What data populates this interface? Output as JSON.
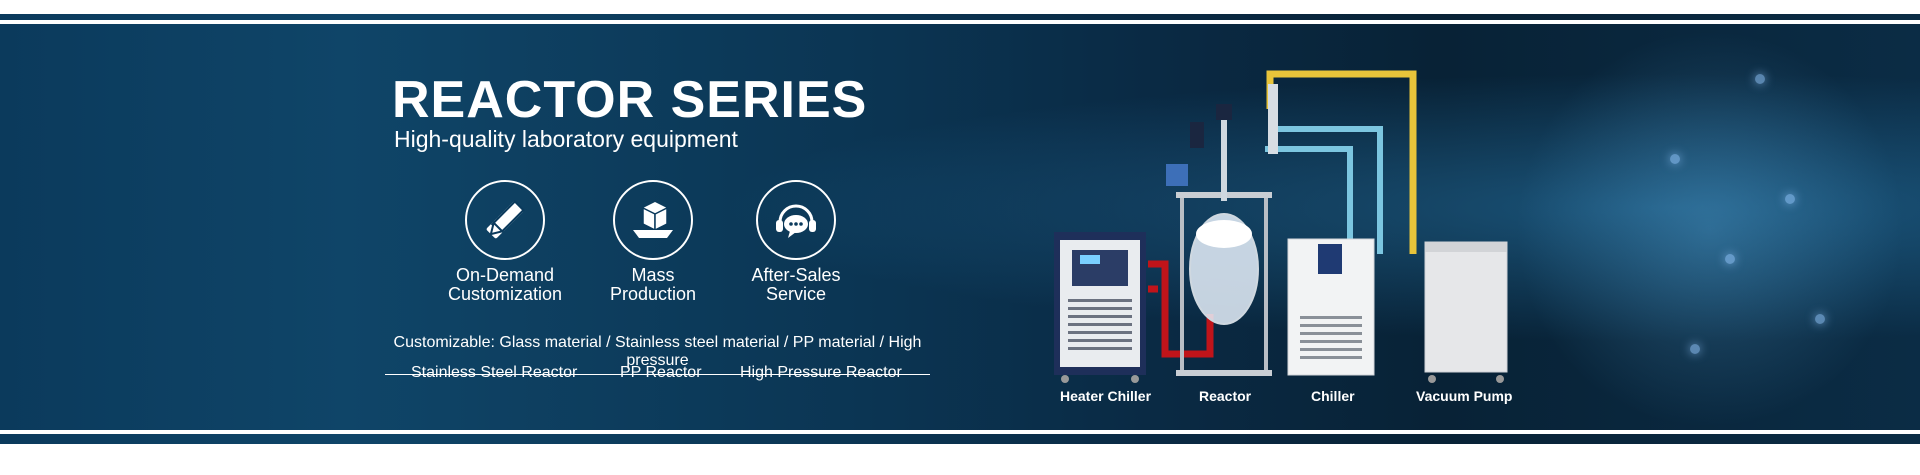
{
  "banner": {
    "title": "REACTOR SERIES",
    "subtitle": "High-quality laboratory equipment",
    "features": [
      {
        "label_line1": "On-Demand",
        "label_line2": "Customization",
        "icon": "pencil-ruler-icon"
      },
      {
        "label_line1": "Mass",
        "label_line2": "Production",
        "icon": "box-icon"
      },
      {
        "label_line1": "After-Sales",
        "label_line2": "Service",
        "icon": "headset-chat-icon"
      }
    ],
    "customizable_text": "Customizable: Glass material / Stainless steel material / PP material / High pressure",
    "products": [
      "Stainless Steel Reactor",
      "PP Reactor",
      "High Pressure Reactor"
    ],
    "equipment_labels": [
      "Heater Chiller",
      "Reactor",
      "Chiller",
      "Vacuum Pump"
    ],
    "colors": {
      "background": "#0b3a5c",
      "text": "#ffffff",
      "pipe_yellow": "#e8c43a",
      "pipe_blue": "#7cc6e0",
      "pipe_red": "#c0141a"
    }
  }
}
